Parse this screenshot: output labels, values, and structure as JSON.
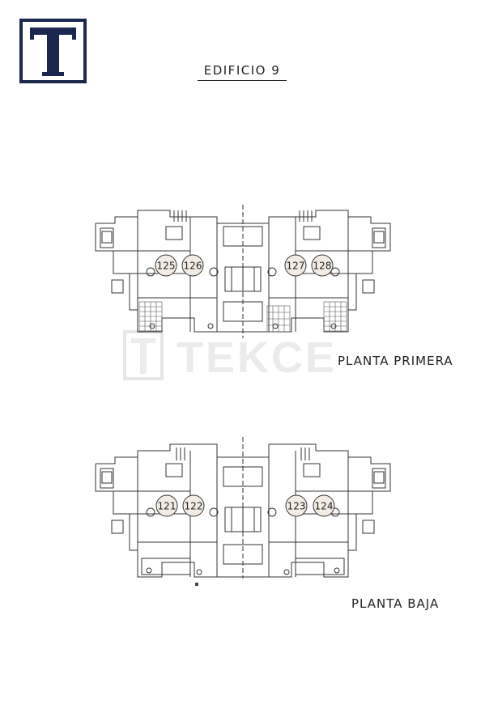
{
  "brand": {
    "logo_letter": "T",
    "color": "#1a2850"
  },
  "header": {
    "title": "EDIFICIO 9"
  },
  "watermark": {
    "text": "TEKCE"
  },
  "plans": {
    "upper": {
      "label": "PLANTA PRIMERA",
      "units": [
        "125",
        "126",
        "127",
        "128"
      ]
    },
    "lower": {
      "label": "PLANTA BAJA",
      "units": [
        "121",
        "122",
        "123",
        "124"
      ]
    }
  }
}
